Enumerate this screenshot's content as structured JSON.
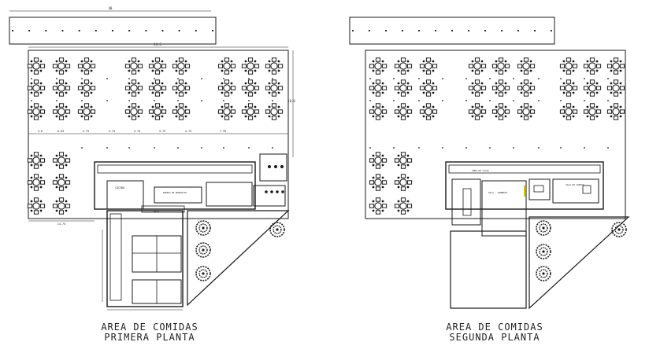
{
  "plans": [
    {
      "id": "primera",
      "caption_line1": "AREA DE COMIDAS",
      "caption_line2": "PRIMERA PLANTA",
      "top_dimension": "40",
      "hall_dimension": "24.5",
      "side_dimension": "18.6",
      "row_dimensions": [
        "3.6",
        "8.65",
        "4.75",
        "4.75",
        "4.75",
        "4.75",
        "4.75",
        "7.35"
      ],
      "left_dimension": "14.75",
      "room_labels": [
        "COCINA",
        "SALA",
        "BODEGA DE PRODUCTOS"
      ]
    },
    {
      "id": "segunda",
      "caption_line1": "AREA DE COMIDAS",
      "caption_line2": "SEGUNDA PLANTA",
      "room_labels": [
        "ZONA DE CAJAS",
        "SALA - COMEDOR",
        "SALA DE JUNTAS"
      ]
    }
  ],
  "colors": {
    "ink": "#1a1a1a",
    "accent": "#e0c000"
  }
}
